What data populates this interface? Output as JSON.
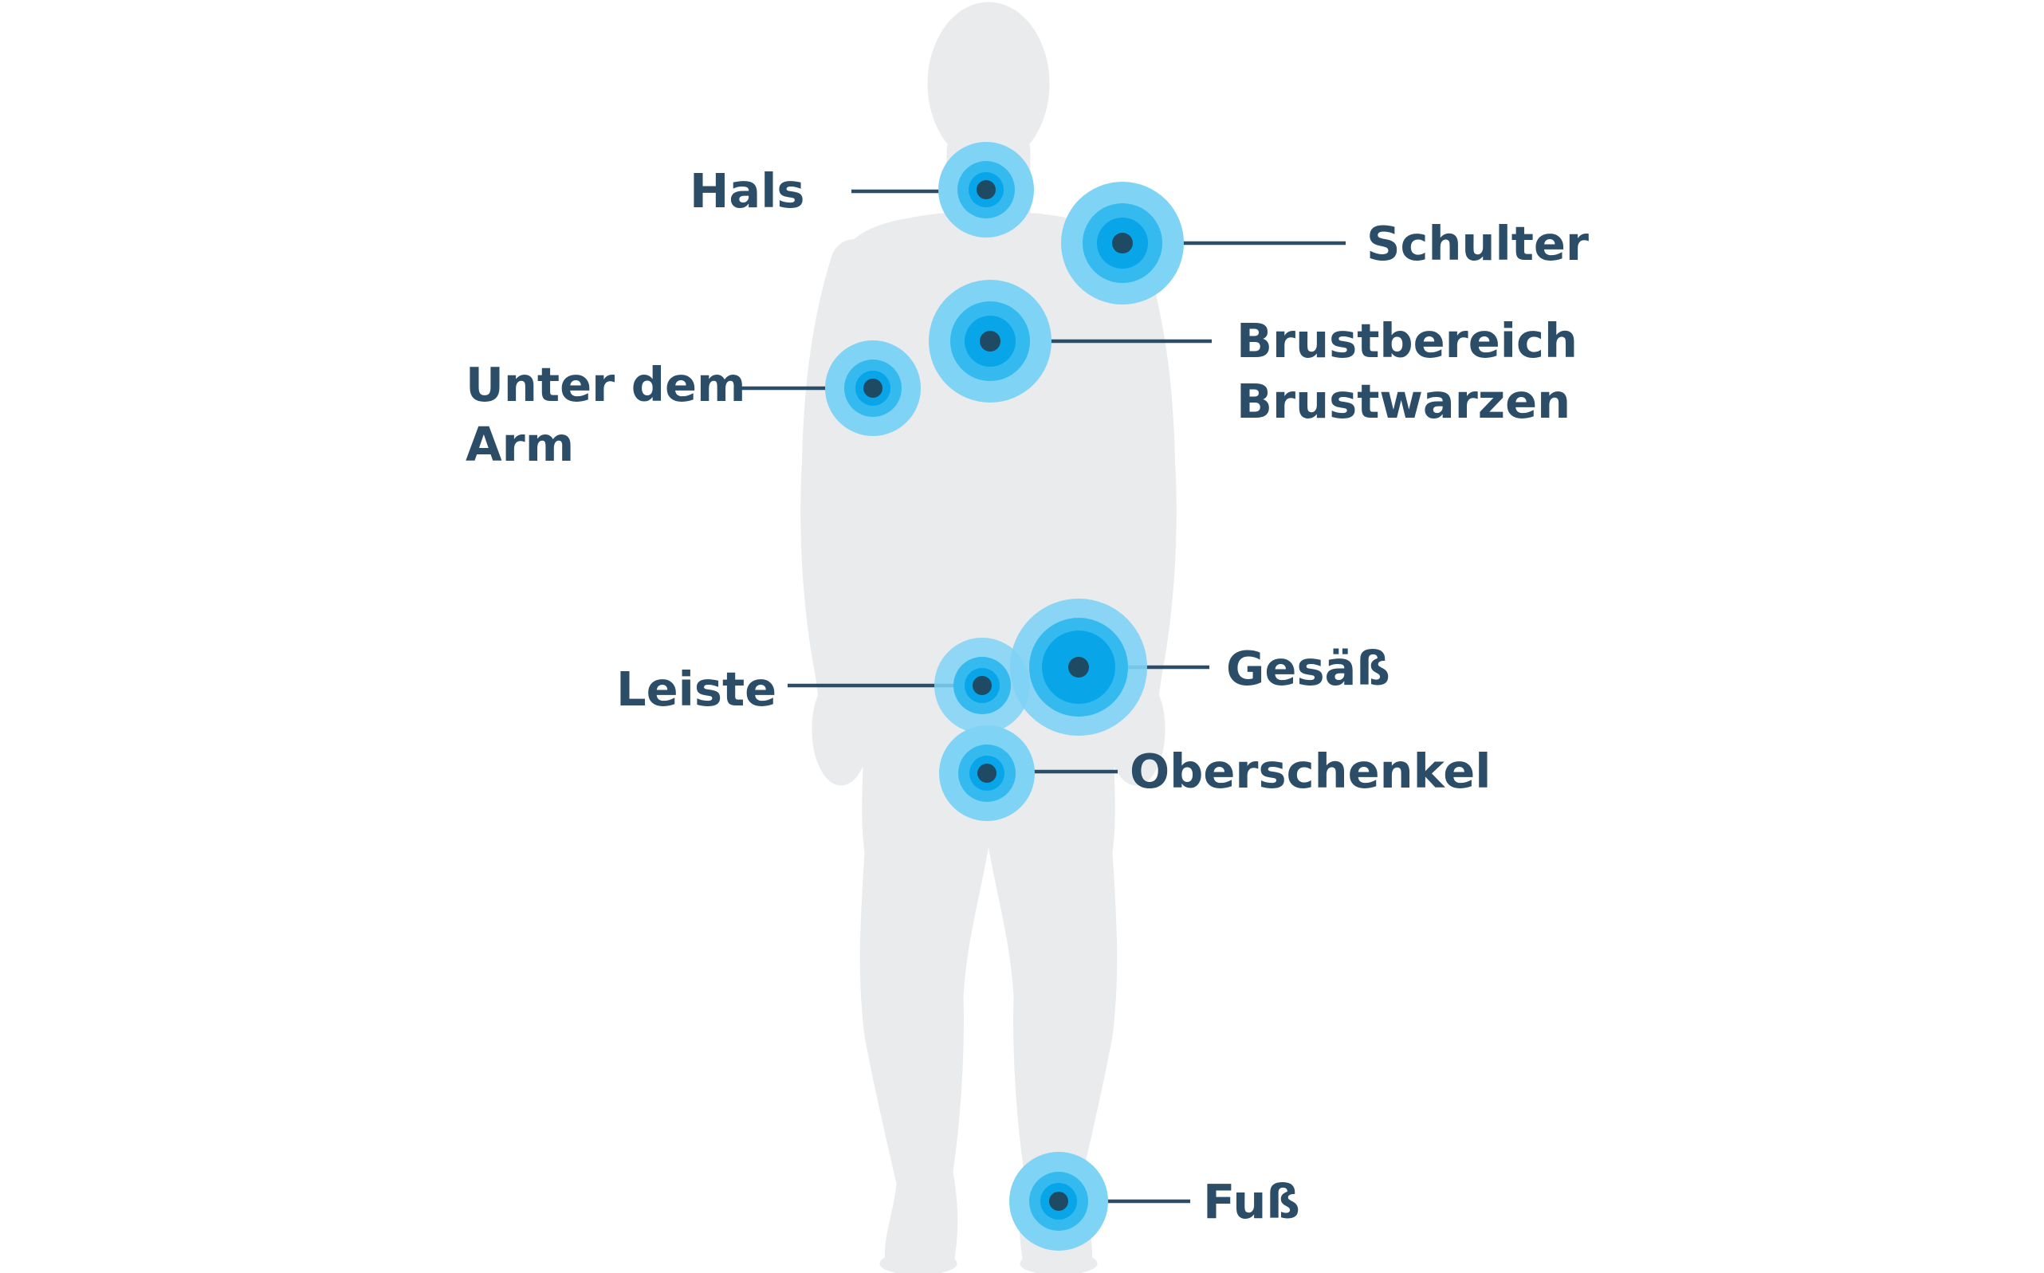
{
  "colors": {
    "silhouette": "#e9ebed",
    "outer_ring": "#7fd3f5",
    "middle_ring": "#35baf0",
    "inner_ring": "#08a5e9",
    "center_dot": "#1f4a63",
    "text": "#2b4d68"
  },
  "figure": {
    "icon": "human-body-silhouette-icon"
  },
  "markers": [
    {
      "id": "hals",
      "label": "Hals"
    },
    {
      "id": "schulter",
      "label": "Schulter"
    },
    {
      "id": "brust",
      "label_line1": "Brustbereich",
      "label_line2": "Brustwarzen"
    },
    {
      "id": "arm",
      "label_line1": "Unter dem",
      "label_line2": "Arm"
    },
    {
      "id": "leiste",
      "label": "Leiste"
    },
    {
      "id": "gesaess",
      "label": "Gesäß"
    },
    {
      "id": "oberschenkel",
      "label": "Oberschenkel"
    },
    {
      "id": "fuss",
      "label": "Fuß"
    }
  ]
}
